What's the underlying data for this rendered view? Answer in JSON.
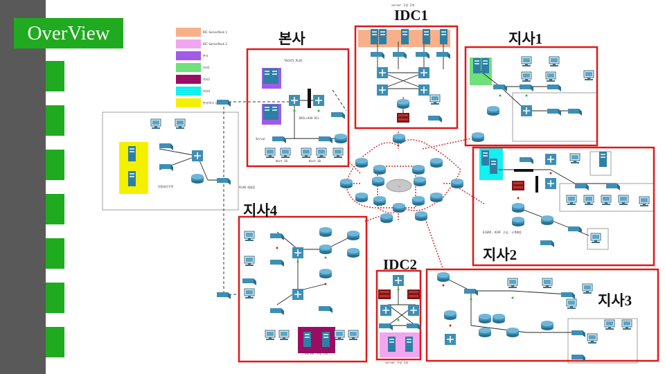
{
  "title": "OverView",
  "site_labels": {
    "hq": "본사",
    "idc1": "IDC1",
    "idc2": "IDC2",
    "branch1": "지사1",
    "branch2": "지사2",
    "branch3": "지사3",
    "branch4": "지사4"
  },
  "legend": [
    {
      "label": "IDC ServerRack 1",
      "color": "#f7b089"
    },
    {
      "label": "IDC ServerRack 2",
      "color": "#f2a6f0"
    },
    {
      "label": "본사",
      "color": "#a05be8"
    },
    {
      "label": "지사1",
      "color": "#6fe07a"
    },
    {
      "label": "지사2",
      "color": "#9a0d63"
    },
    {
      "label": "지사4",
      "color": "#12f0f0"
    },
    {
      "label": "본사/지사 공통",
      "color": "#f4f100"
    }
  ],
  "annotations": {
    "hq_note": "TACACS_PLUS",
    "hq_acl": "DACL+AAA ACL",
    "hq_host1": "Host 20",
    "hq_host2": "Host 30",
    "hq_server": "Server",
    "branch2_note": "EIGRP, OSPF 구성, 고객예방",
    "branch4_server": "server 구성 1개",
    "idc2_server": "server 구성 1개",
    "left_area": "전용회선구역",
    "idc1_top": "server 구성 2개",
    "vlan_note": "VLAN 재설정"
  },
  "colors": {
    "accent_green": "#1faa1f",
    "sidebar_gray": "#595959",
    "frame_red": "#e01818",
    "router_blue": "#3d8fb5",
    "link_red": "#d42020"
  }
}
